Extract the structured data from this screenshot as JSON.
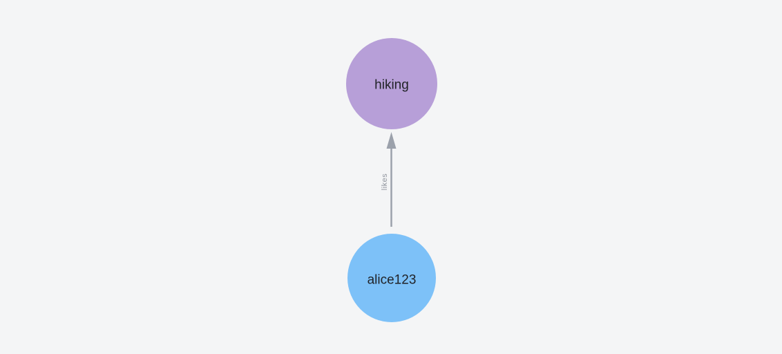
{
  "app": {
    "background_color": "#f4f5f6"
  },
  "graph": {
    "nodes": [
      {
        "label": "hiking",
        "fill": "#b79fd8",
        "label_color": "#212328"
      },
      {
        "label": "alice123",
        "fill": "#7dc1f8",
        "label_color": "#212328"
      }
    ],
    "edges": [
      {
        "source": "alice123",
        "target": "hiking",
        "label": "likes",
        "stroke": "#9ba1ab",
        "label_color": "#8f949d"
      }
    ]
  }
}
